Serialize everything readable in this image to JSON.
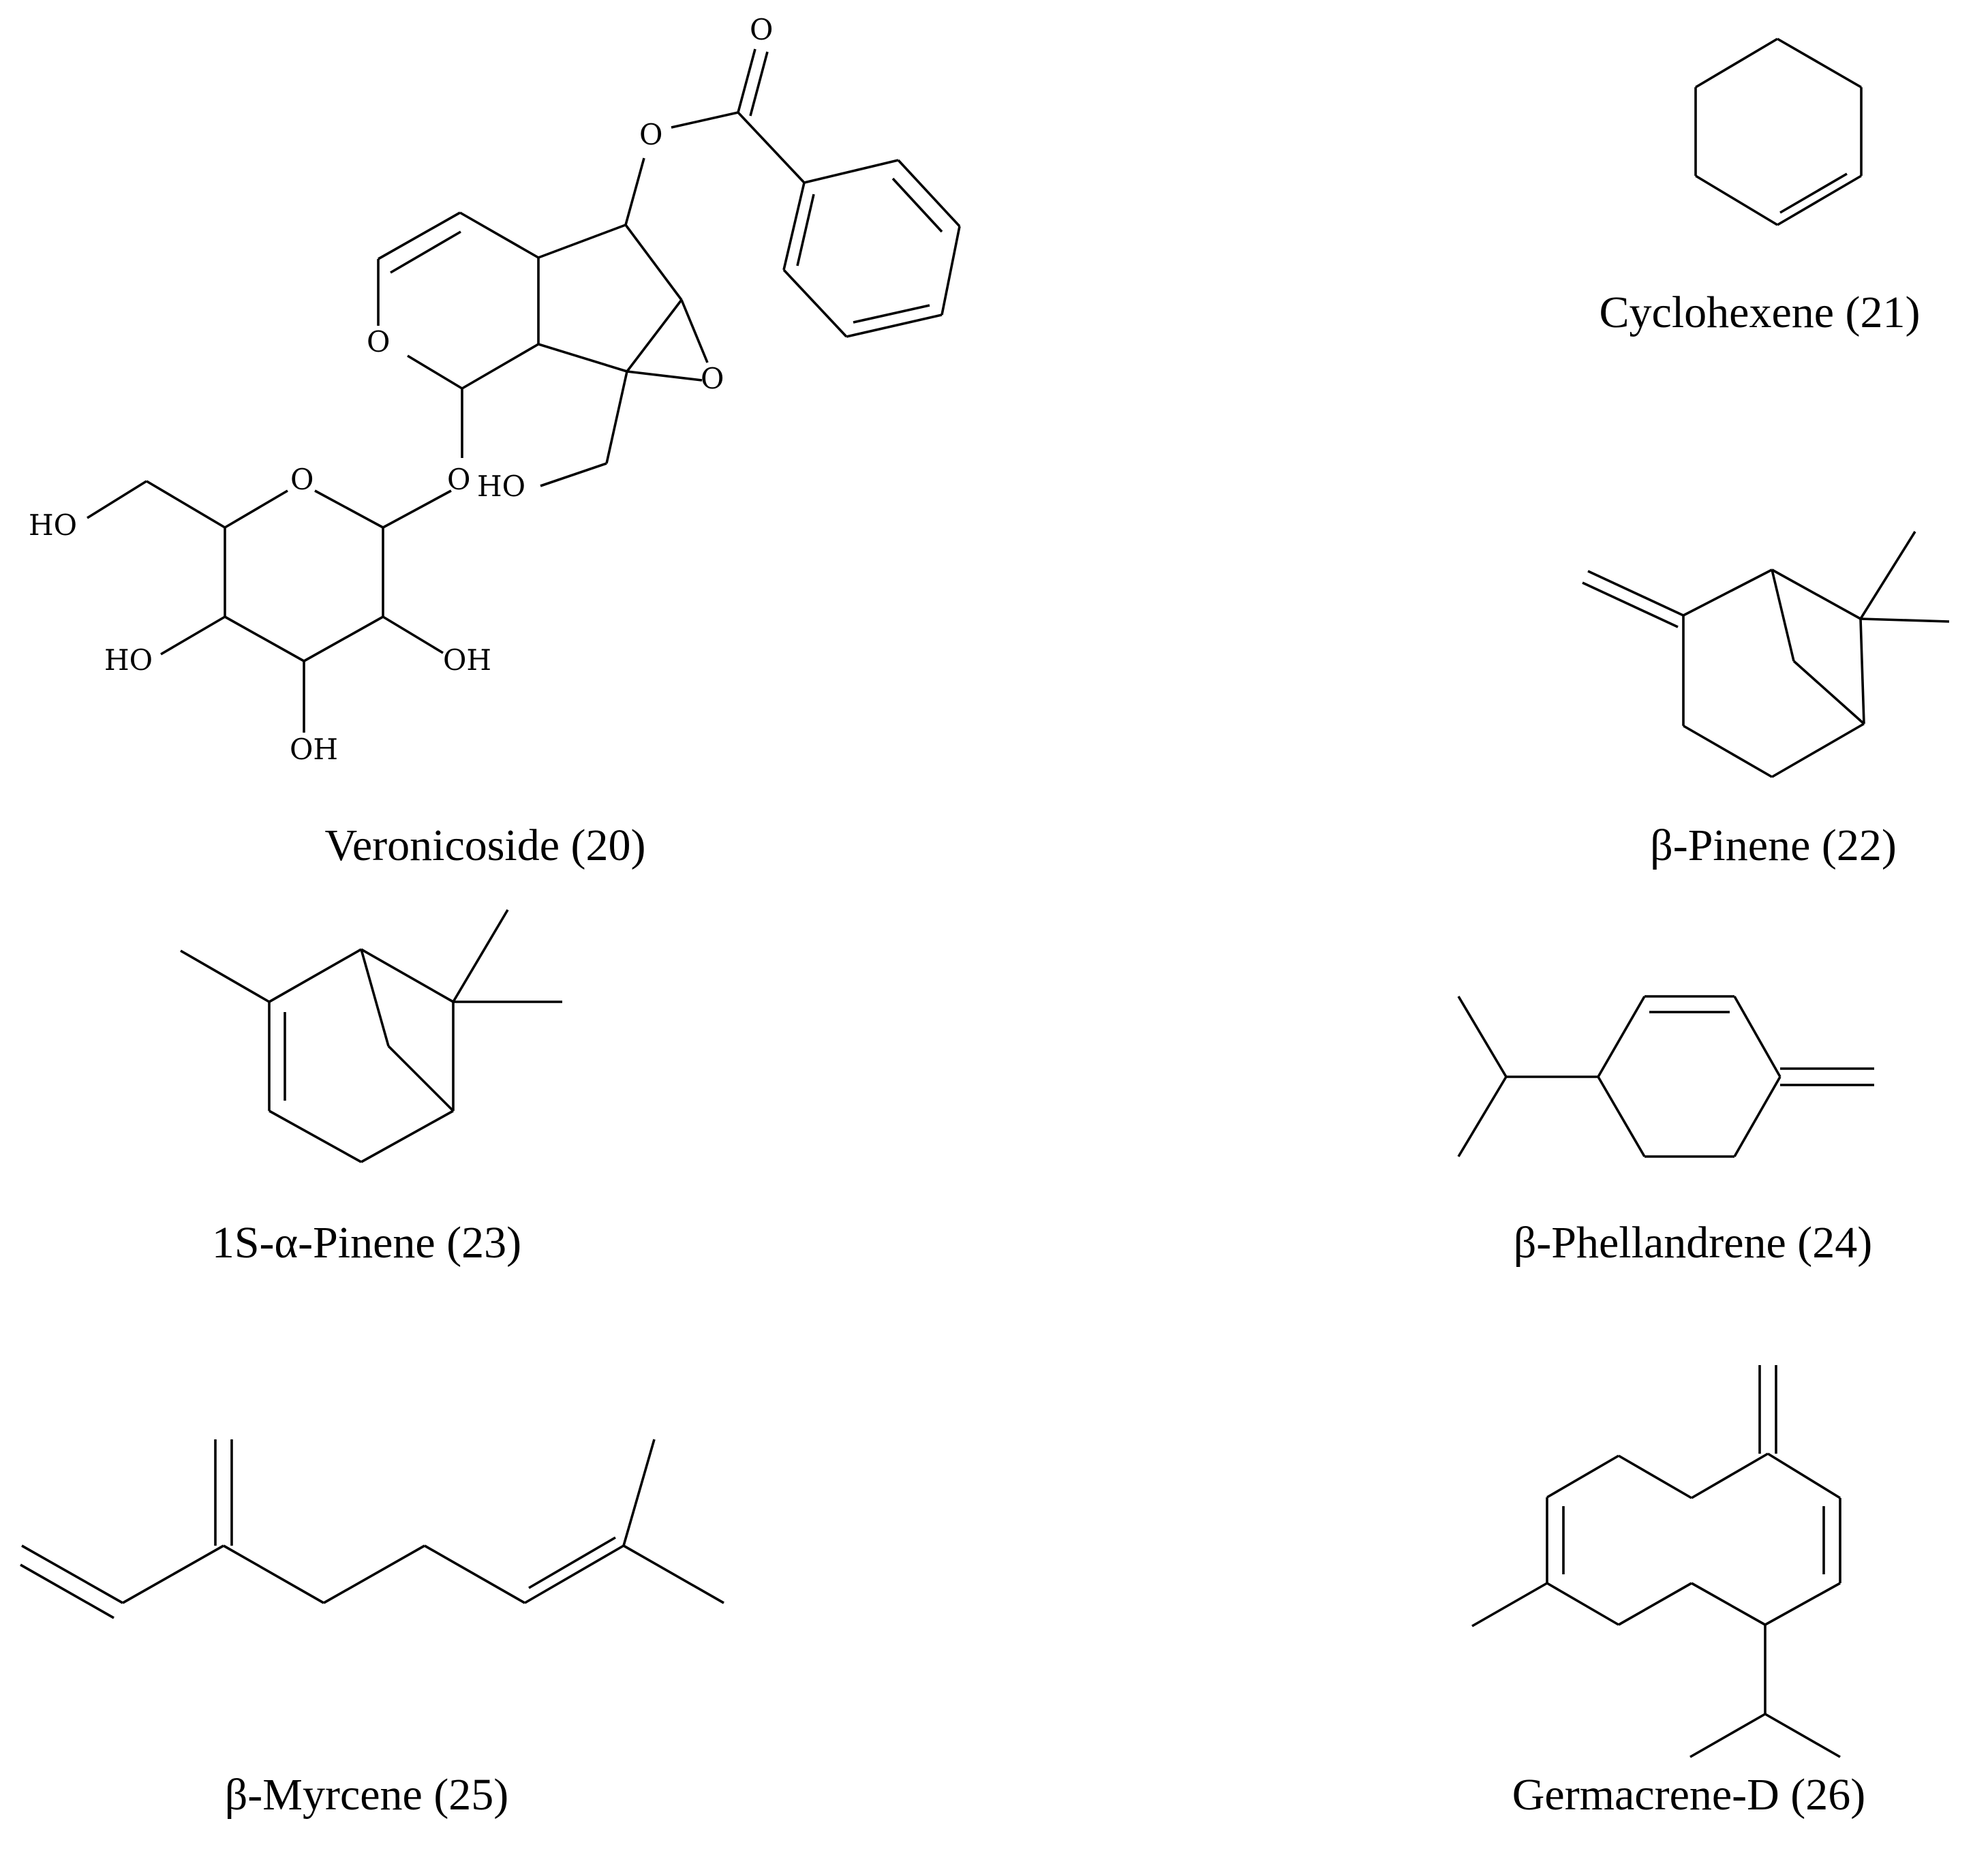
{
  "compounds": [
    {
      "name": "Veronicoside (20)",
      "atoms": {
        "carbonyl_o": "O",
        "ester_o": "O",
        "ring_o": "O",
        "epoxide_o": "O",
        "glycosidic_o": "O",
        "sugar_ring_o": "O",
        "hydroxymethyl": "HO",
        "sugar_ch2oh": "HO",
        "sugar_oh_left": "HO",
        "sugar_oh_right": "OH",
        "sugar_oh_bottom": "OH"
      }
    },
    {
      "name": "Cyclohexene (21)"
    },
    {
      "name": "β-Pinene (22)"
    },
    {
      "name": "1S-α-Pinene (23)"
    },
    {
      "name": "β-Phellandrene (24)"
    },
    {
      "name": "β-Myrcene (25)"
    },
    {
      "name": "Germacrene-D (26)"
    }
  ],
  "colors": {
    "bond": "#000000",
    "background": "#ffffff"
  }
}
